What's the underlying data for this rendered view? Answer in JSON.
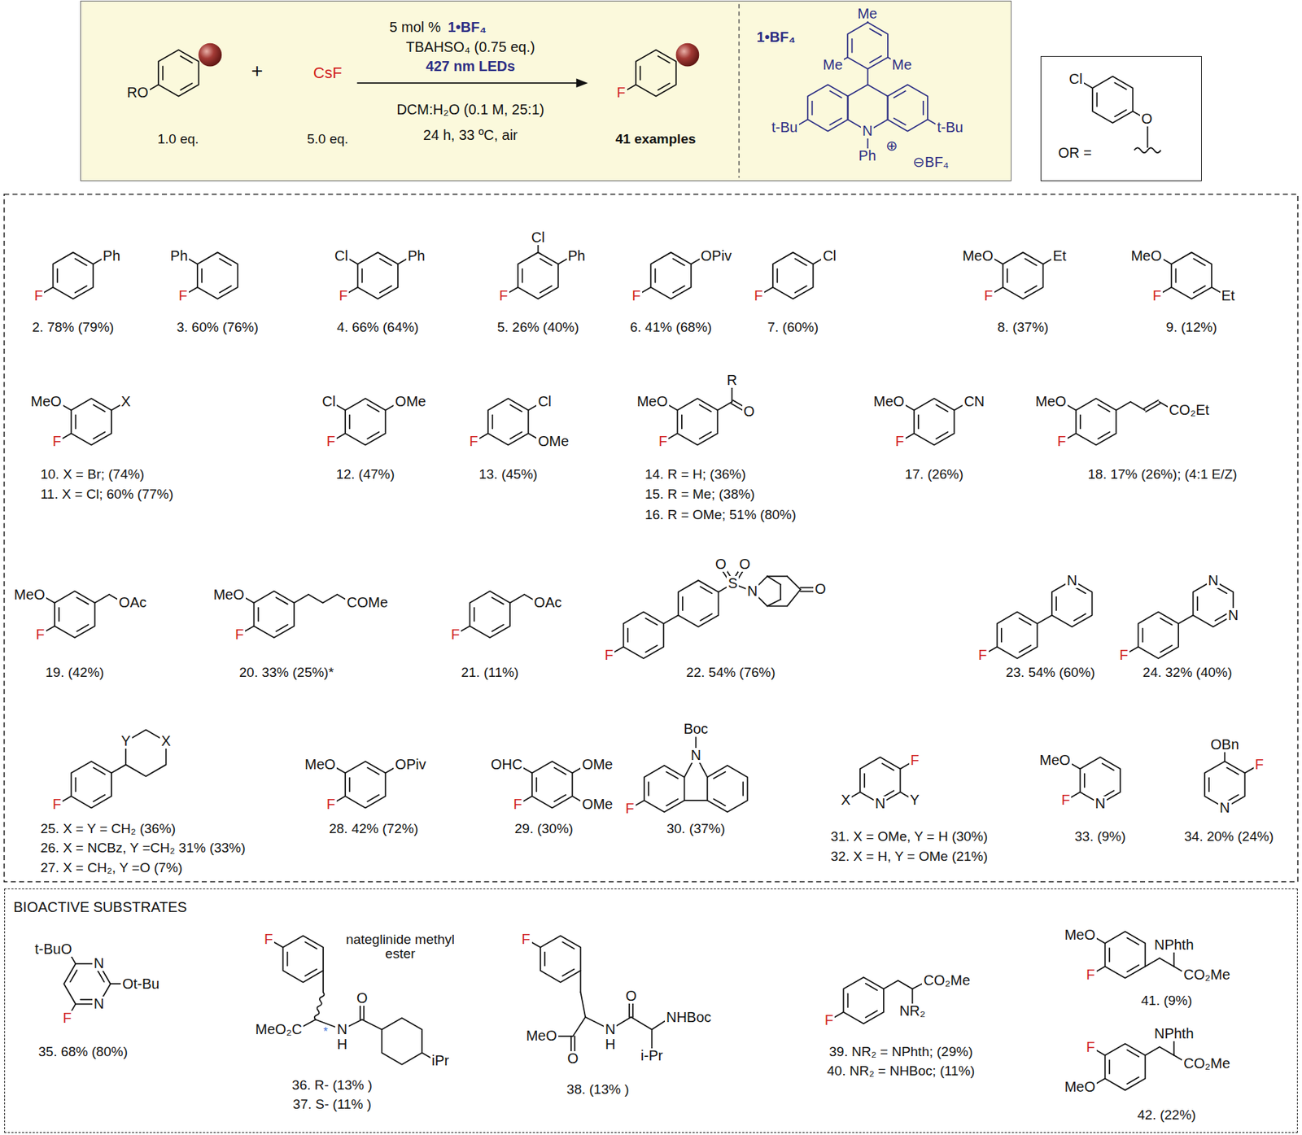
{
  "diagram": {
    "nodes": [
      {
        "text": [
          "1.0 eq.",
          "+",
          "CsF",
          "5.0 eq.",
          "5 mol %",
          "1•BF₄",
          "TBAHSO₄ (0.75 eq.)",
          "427 nm LEDs",
          "DCM:H₂O (0.1 M, 25:1)",
          "24 h, 33 ºC, air",
          "RO",
          "F",
          "41 examples",
          "1•BF₄",
          "Me",
          "Me",
          "Me",
          "t-Bu",
          "t-Bu",
          "N",
          "Ph",
          "⊕",
          "⊖BF₄"
        ]
      },
      {
        "text": [
          "OR =",
          "Cl",
          "O"
        ]
      },
      {
        "text": [
          "BIOACTIVE SUBSTRATES"
        ]
      }
    ],
    "labels": [
      "Ph",
      "F",
      "2. 78% (79%)",
      "Ph",
      "F",
      "3. 60% (76%)",
      "Cl",
      "Ph",
      "F",
      "4. 66% (64%)",
      "Cl",
      "Ph",
      "F",
      "5. 26% (40%)",
      "OPiv",
      "F",
      "6. 41% (68%)",
      "Cl",
      "F",
      "7. (60%)",
      "MeO",
      "Et",
      "F",
      "8. (37%)",
      "MeO",
      "F",
      "Et",
      "9. (12%)",
      "MeO",
      "X",
      "F",
      "10. X = Br; (74%)",
      "11. X = Cl; 60% (77%)",
      "Cl",
      "OMe",
      "F",
      "12. (47%)",
      "Cl",
      "OMe",
      "F",
      "13. (45%)",
      "MeO",
      "F",
      "R",
      "O",
      "14. R = H; (36%)",
      "15. R = Me; (38%)",
      "16. R = OMe; 51% (80%)",
      "MeO",
      "CN",
      "F",
      "17. (26%)",
      "MeO",
      "F",
      "CO₂Et",
      "18. 17% (26%); (4:1 E/Z)",
      "MeO",
      "F",
      "OAc",
      "19. (42%)",
      "MeO",
      "F",
      "COMe",
      "20. 33% (25%)*",
      "F",
      "OAc",
      "21. (11%)",
      "F",
      "S",
      "O",
      "O",
      "N",
      "O",
      "22. 54% (76%)",
      "F",
      "N",
      "23. 54% (60%)",
      "F",
      "N",
      "N",
      "24. 32% (40%)",
      "F",
      "X",
      "Y",
      "25. X = Y = CH₂ (36%)",
      "26. X = NCBz, Y =CH₂ 31% (33%)",
      "27. X = CH₂, Y =O (7%)",
      "MeO",
      "OPiv",
      "F",
      "28. 42% (72%)",
      "OHC",
      "OMe",
      "OMe",
      "F",
      "29. (30%)",
      "Boc",
      "N",
      "F",
      "30. (37%)",
      "F",
      "X",
      "N",
      "Y",
      "31. X = OMe, Y = H (30%)",
      "32. X = H, Y = OMe (21%)",
      "MeO",
      "F",
      "N",
      "33. (9%)",
      "OBn",
      "F",
      "N",
      "34. 20% (24%)",
      "t-BuO",
      "N",
      "Ot-Bu",
      "N",
      "F",
      "35. 68% (80%)",
      "nateglinide methyl ester",
      "F",
      "MeO₂C",
      "*",
      "N",
      "H",
      "O",
      "iPr",
      "36. R- (13% )",
      "37. S- (11% )",
      "F",
      "MeO",
      "O",
      "N",
      "H",
      "O",
      "NHBoc",
      "i-Pr",
      "38. (13% )",
      "F",
      "CO₂Me",
      "NR₂",
      "39. NR₂ = NPhth; (29%)",
      "40. NR₂ = NHBoc; (11%)",
      "MeO",
      "F",
      "NPhth",
      "CO₂Me",
      "41. (9%)",
      "F",
      "MeO",
      "NPhth",
      "CO₂Me",
      "42. (22%)"
    ]
  }
}
